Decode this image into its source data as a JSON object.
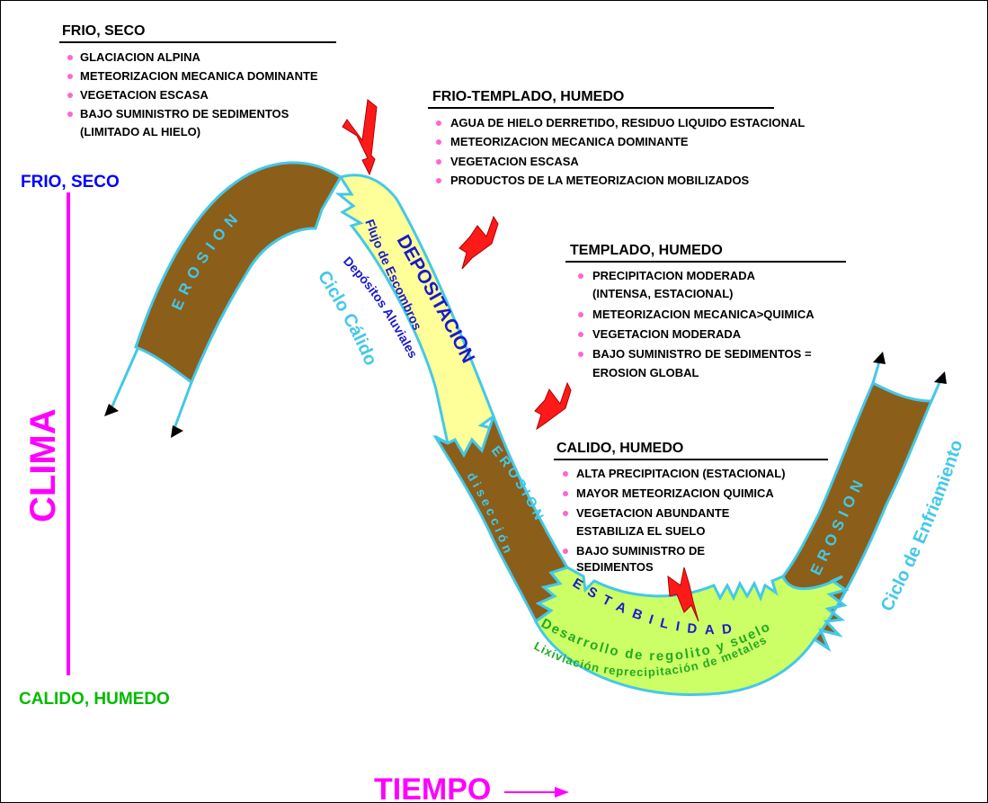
{
  "colors": {
    "erosion_fill": "#8b5e1a",
    "deposition_fill": "#ffff99",
    "stability_fill": "#ccff66",
    "outline": "#44c8e8",
    "axis": "#ff00ff",
    "arrow": "#ff1a1a",
    "cold_label": "#0000ff",
    "warm_label": "#00bb00"
  },
  "axis": {
    "y_label": "CLIMA",
    "y_top_label": "FRIO, SECO",
    "y_bottom_label": "CALIDO, HUMEDO",
    "x_label": "TIEMPO"
  },
  "stages": [
    {
      "title": "FRIO, SECO",
      "items": [
        "GLACIACION ALPINA",
        "METEORIZACION MECANICA DOMINANTE",
        "VEGETACION ESCASA",
        "BAJO SUMINISTRO DE SEDIMENTOS",
        "(LIMITADO AL HIELO)"
      ]
    },
    {
      "title": "FRIO-TEMPLADO, HUMEDO",
      "items": [
        "AGUA DE HIELO DERRETIDO, RESIDUO LIQUIDO ESTACIONAL",
        "METEORIZACION MECANICA DOMINANTE",
        "VEGETACION ESCASA",
        "PRODUCTOS DE LA METEORIZACION MOBILIZADOS"
      ]
    },
    {
      "title": "TEMPLADO, HUMEDO",
      "items": [
        "PRECIPITACION MODERADA",
        "(INTENSA, ESTACIONAL)",
        "METEORIZACION MECANICA>QUIMICA",
        "VEGETACION MODERADA",
        "BAJO SUMINISTRO DE SEDIMENTOS =",
        "EROSION GLOBAL"
      ]
    },
    {
      "title": "CALIDO, HUMEDO",
      "items": [
        "ALTA PRECIPITACION (ESTACIONAL)",
        "MAYOR METEORIZACION QUIMICA",
        "VEGETACION ABUNDANTE",
        "ESTABILIZA EL SUELO",
        "BAJO SUMINISTRO DE",
        "SEDIMENTOS"
      ]
    }
  ],
  "curve_labels": {
    "erosion_left": "EROSION",
    "deposition": "DEPOSITACION",
    "flujo": "Flujo de Escombros",
    "depositos": "Depósitos Aluviales",
    "ciclo_calido": "Ciclo Cálido",
    "erosion_mid": "EROSION",
    "diseccion": "disección",
    "estabilidad": "ESTABILIDAD",
    "desarrollo": "Desarrollo de regolito y suelo",
    "lixiviacion": "Lixiviación reprecipitación de metales",
    "erosion_right": "EROSION",
    "ciclo_enfriamiento": "Ciclo de Enfriamiento"
  }
}
